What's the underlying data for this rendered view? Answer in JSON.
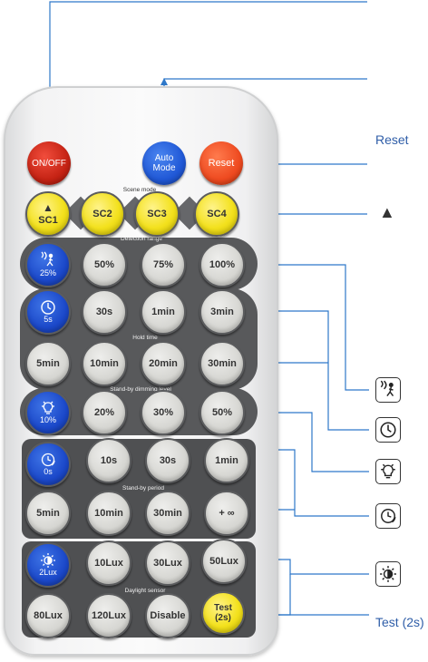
{
  "colors": {
    "line": "#2e78c9",
    "label": "#2f5ea8",
    "panel": "#58595b"
  },
  "buttons": {
    "on_off": "ON/OFF",
    "auto_line1": "Auto",
    "auto_line2": "Mode",
    "reset": "Reset",
    "sc1": "SC1",
    "sc2": "SC2",
    "sc3": "SC3",
    "sc4": "SC4",
    "det_icon_value": "25%",
    "det_50": "50%",
    "det_75": "75%",
    "det_100": "100%",
    "hold_icon_value": "5s",
    "hold_30s": "30s",
    "hold_1min": "1min",
    "hold_3min": "3min",
    "hold_5min": "5min",
    "hold_10min": "10min",
    "hold_20min": "20min",
    "hold_30min": "30min",
    "dim_icon_value": "10%",
    "dim_20": "20%",
    "dim_30": "30%",
    "dim_50": "50%",
    "sb_icon_value": "0s",
    "sb_10s": "10s",
    "sb_30s": "30s",
    "sb_1min": "1min",
    "sb_5min": "5min",
    "sb_10min": "10min",
    "sb_30min": "30min",
    "sb_inf": "+ ∞",
    "lux_icon_value": "2Lux",
    "lux_10": "10Lux",
    "lux_30": "30Lux",
    "lux_50": "50Lux",
    "lux_80": "80Lux",
    "lux_120": "120Lux",
    "disable": "Disable",
    "test_line1": "Test",
    "test_line2": "(2s)"
  },
  "panel_labels": {
    "scene_mode": "Scene mode",
    "detection_range": "Detection range",
    "hold_time": "Hold time",
    "standby_dimming": "Stand-by dimming level",
    "standby_period": "Stand-by period",
    "daylight_sensor": "Daylight sensor"
  },
  "side_labels": {
    "reset": "Reset",
    "scene_symbol": "▲",
    "test": "Test (2s)"
  },
  "icons": [
    "motion-icon",
    "clock-icon",
    "bulb-icon",
    "standby-clock-icon",
    "daylight-icon"
  ]
}
